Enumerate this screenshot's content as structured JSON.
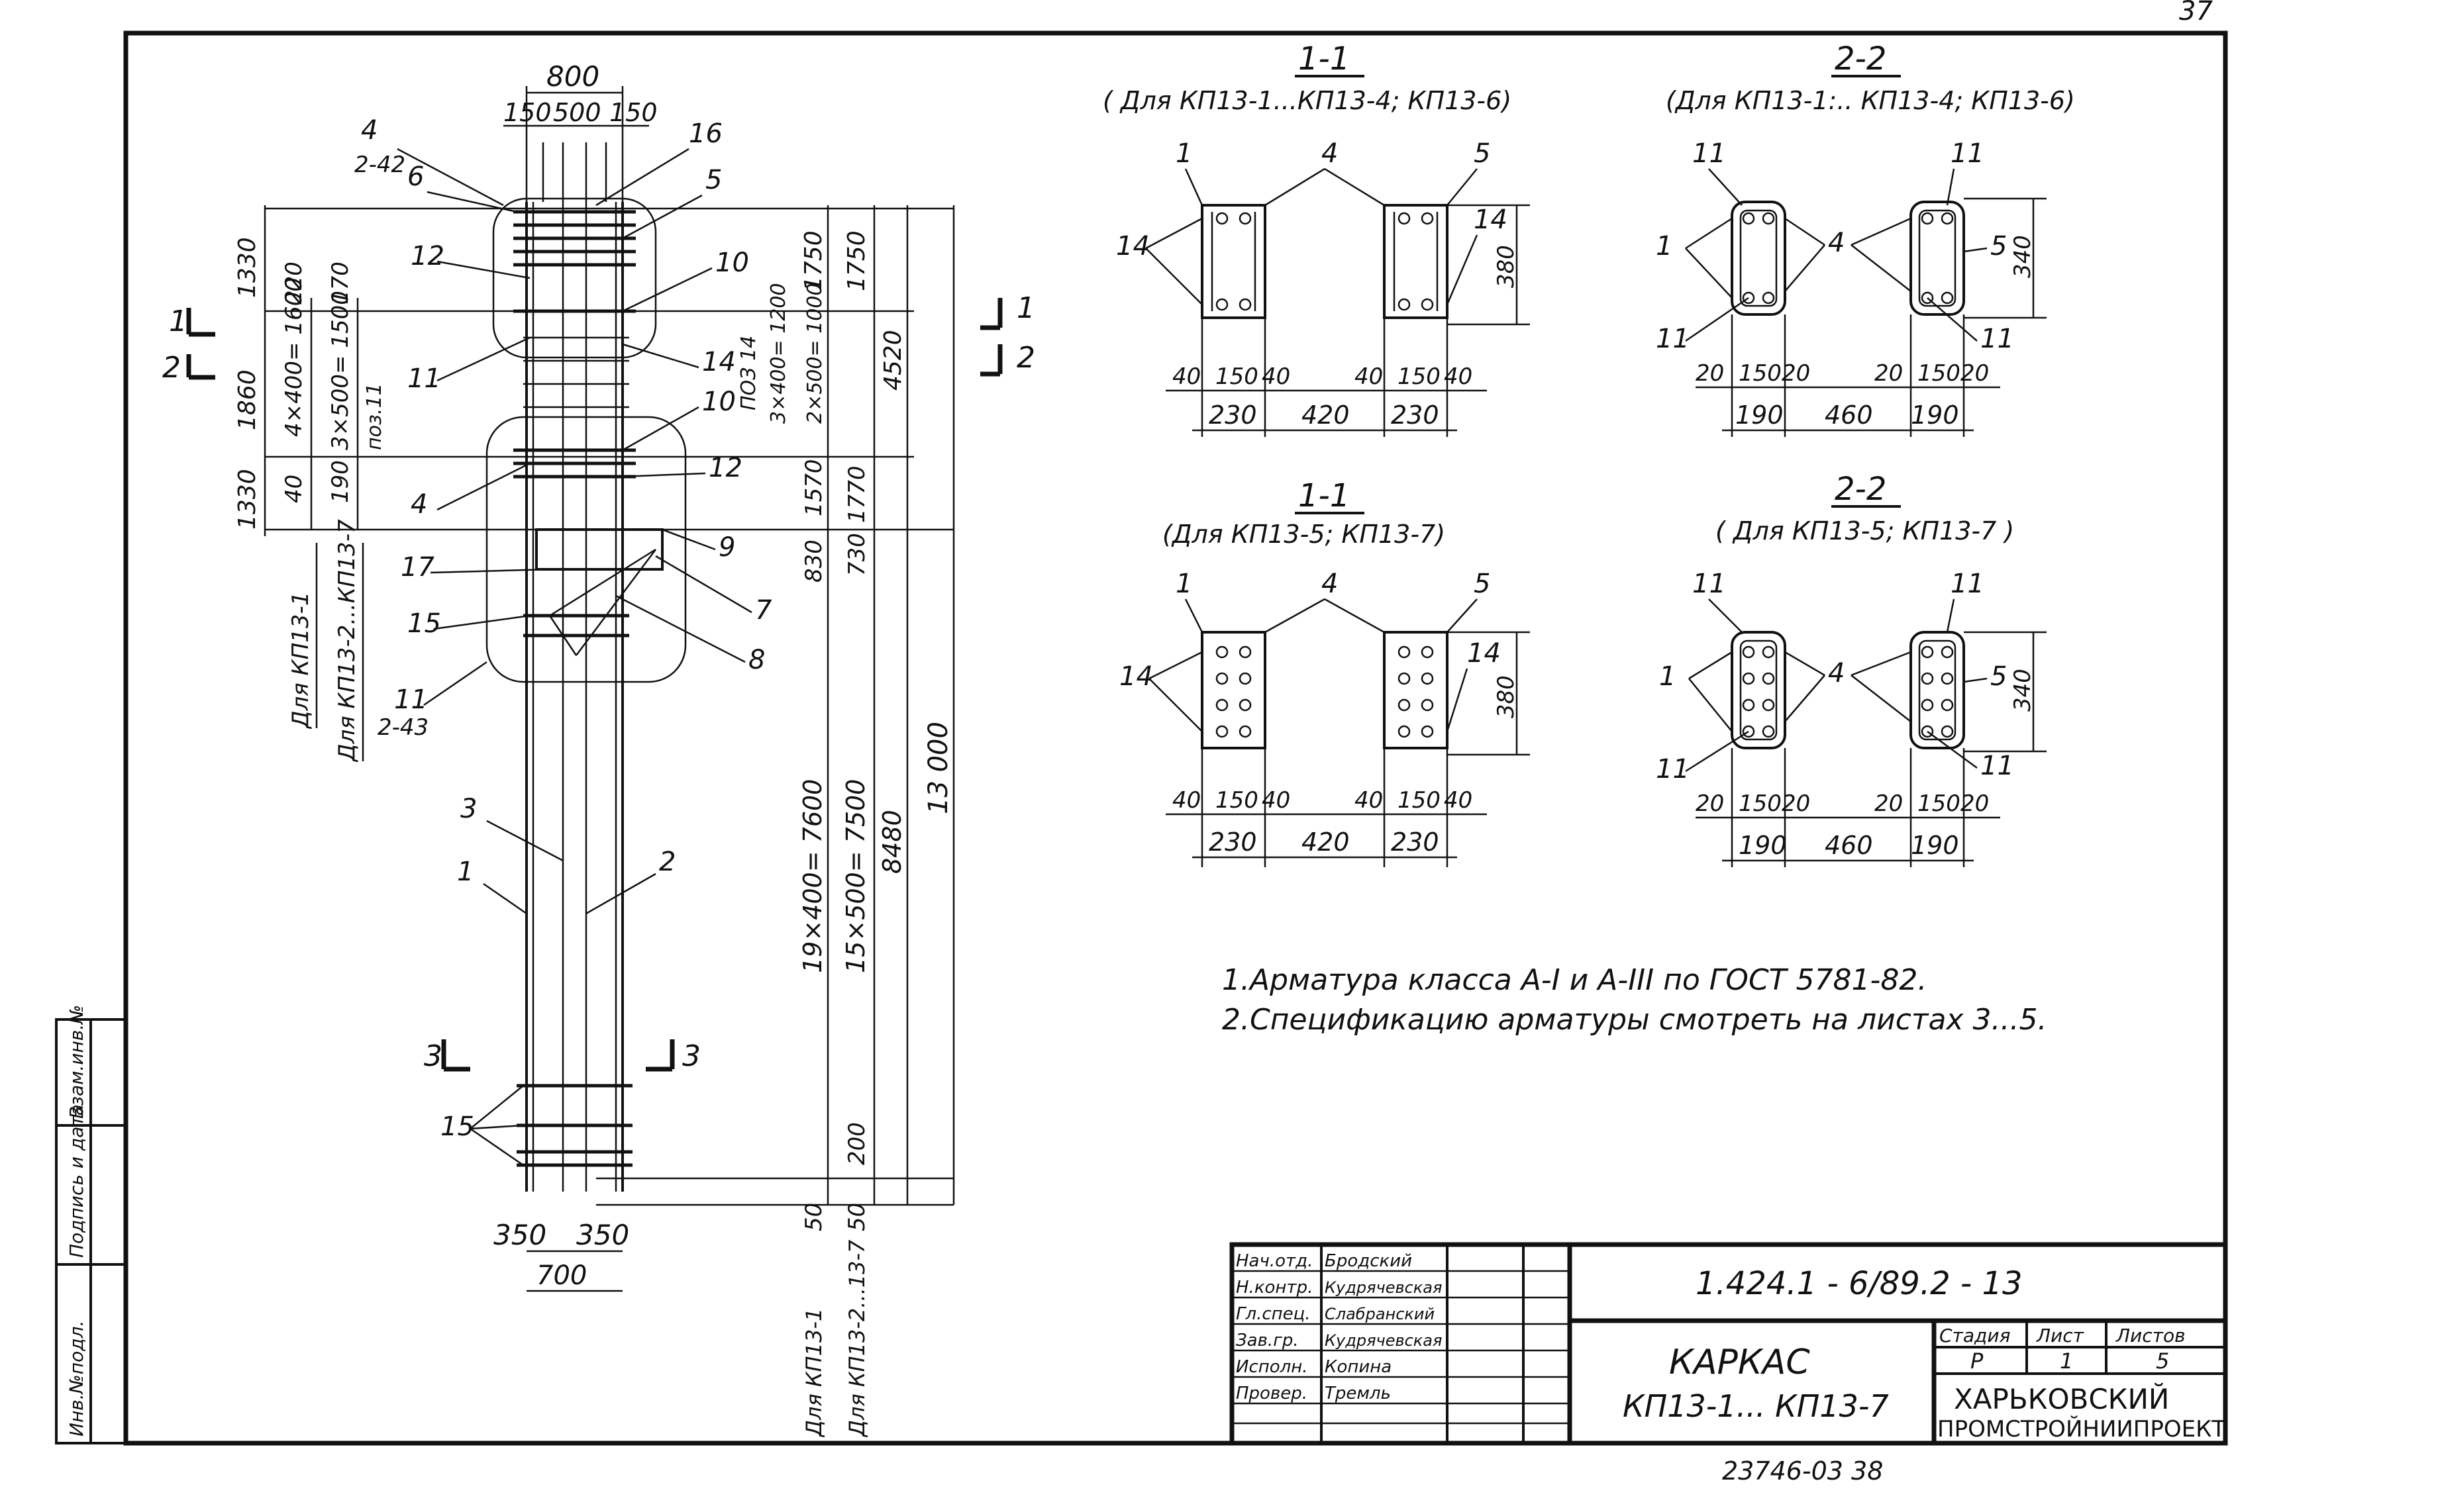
{
  "sheet_number": "37",
  "elevation": {
    "top_dims": [
      "800",
      "150",
      "500",
      "150"
    ],
    "bottom_dims": [
      "350",
      "350",
      "700"
    ],
    "left_dims": [
      "1330",
      "1860",
      "1330",
      "220",
      "4×400= 1600",
      "40",
      "170",
      "3×500= 1500",
      "190",
      "поз.11"
    ],
    "right_dims": [
      "1750",
      "1750",
      "4520",
      "13 000",
      "8480",
      "19×400= 7600",
      "15×500= 7500",
      "200",
      "50",
      "50",
      "1570",
      "1770",
      "830",
      "730",
      "ПОЗ 14",
      "3×400= 1200",
      "2×500= 1000"
    ],
    "labels_left": [
      "Для КП13-1",
      "Для КП13-2...КП13-7"
    ],
    "labels_bottom": [
      "Для КП13-1",
      "Для КП13-2...13-7"
    ],
    "callouts": [
      "4",
      "2-42",
      "6",
      "16",
      "5",
      "12",
      "10",
      "11",
      "14",
      "10",
      "12",
      "4",
      "9",
      "17",
      "7",
      "15",
      "8",
      "11",
      "2-43",
      "3",
      "2",
      "1",
      "15"
    ],
    "section_marks": [
      "1",
      "1",
      "2",
      "2",
      "3",
      "3"
    ]
  },
  "sections": [
    {
      "title": "1-1",
      "subtitle": "( Для КП13-1...КП13-4; КП13-6)",
      "callouts": [
        "1",
        "4",
        "5",
        "14",
        "14"
      ],
      "height_dim": "380",
      "dims_top": [
        "40",
        "150",
        "40",
        "40",
        "150",
        "40"
      ],
      "dims_bottom": [
        "230",
        "420",
        "230"
      ]
    },
    {
      "title": "2-2",
      "subtitle": "(Для КП13-1:.. КП13-4; КП13-6)",
      "callouts": [
        "11",
        "11",
        "1",
        "4",
        "5",
        "11",
        "11"
      ],
      "height_dim": "340",
      "dims_top": [
        "20",
        "150",
        "20",
        "20",
        "150",
        "20"
      ],
      "dims_bottom": [
        "190",
        "460",
        "190"
      ]
    },
    {
      "title": "1-1",
      "subtitle": "(Для КП13-5; КП13-7)",
      "callouts": [
        "1",
        "4",
        "5",
        "14",
        "14"
      ],
      "height_dim": "380",
      "dims_top": [
        "40",
        "150",
        "40",
        "40",
        "150",
        "40"
      ],
      "dims_bottom": [
        "230",
        "420",
        "230"
      ]
    },
    {
      "title": "2-2",
      "subtitle": "( Для КП13-5; КП13-7 )",
      "callouts": [
        "11",
        "11",
        "1",
        "4",
        "5",
        "11",
        "11"
      ],
      "height_dim": "340",
      "dims_top": [
        "20",
        "150",
        "20",
        "20",
        "150",
        "20"
      ],
      "dims_bottom": [
        "190",
        "460",
        "190"
      ]
    }
  ],
  "notes": [
    "1.Арматура  класса  А-I  и А-III  по  ГОСТ 5781-82.",
    "2.Спецификацию  арматуры  смотреть  на  листах  3...5."
  ],
  "side_stamp": [
    "Инв.№подл.",
    "Подпись и дата",
    "Взам.инв.№"
  ],
  "title_block": {
    "document_code": "1.424.1 - 6/89.2 - 13",
    "name": "КАРКАС",
    "name_sub": "КП13-1... КП13-7",
    "stage_label": "Стадия",
    "sheet_label": "Лист",
    "sheets_label": "Листов",
    "stage": "Р",
    "sheet": "1",
    "sheets": "5",
    "company_line1": "ХАРЬКОВСКИЙ",
    "company_line2": "ПРОМСТРОЙНИИПРОЕКТ",
    "signatories": [
      {
        "role": "Нач.отд.",
        "name": "Бродский"
      },
      {
        "role": "Н.контр.",
        "name": "Кудрячевская"
      },
      {
        "role": "Гл.спец.",
        "name": "Слабранский"
      },
      {
        "role": "Зав.гр.",
        "name": "Кудрячевская"
      },
      {
        "role": "Исполн.",
        "name": "Копина"
      },
      {
        "role": "Провер.",
        "name": "Тремль"
      }
    ]
  },
  "footer_number": "23746-03   38"
}
